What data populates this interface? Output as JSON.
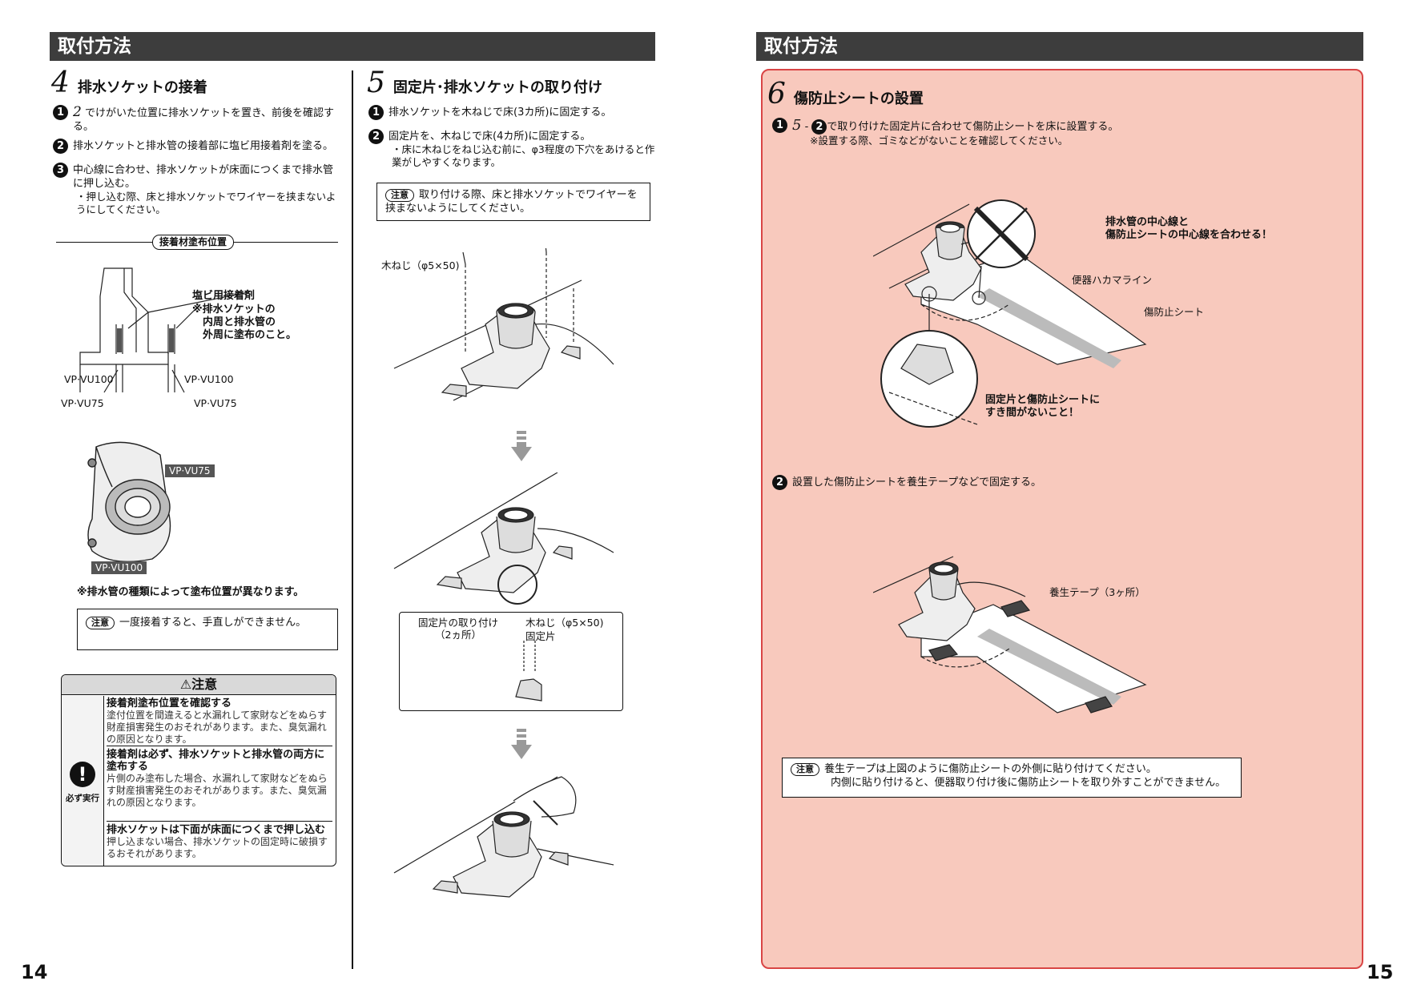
{
  "left_page": {
    "header": "取付方法",
    "step4": {
      "num": "4",
      "title": "排水ソケットの接着",
      "items": [
        {
          "mark": "1",
          "ref": "2",
          "text": "でけがいた位置に排水ソケットを置き、前後を確認する。"
        },
        {
          "mark": "2",
          "text": "排水ソケットと排水管の接着部に塩ビ用接着剤を塗る。"
        },
        {
          "mark": "3",
          "text": "中心線に合わせ、排水ソケットが床面につくまで排水管に押し込む。",
          "sub": "・押し込む際、床と排水ソケットでワイヤーを挟まないようにしてください。"
        }
      ],
      "section_label": "接着材塗布位置",
      "adhesive_label": "塩ビ用接着剤",
      "adhesive_note": "※排水ソケットの\n　内周と排水管の\n　外周に塗布のこと。",
      "pipe_labels": [
        "VP·VU100",
        "VP·VU75",
        "VP·VU100",
        "VP·VU75"
      ],
      "socket_tags": [
        "VP·VU75",
        "VP·VU100"
      ],
      "note_type": "※排水管の種類によって塗布位置が異なります。",
      "note_box": {
        "badge": "注意",
        "text": "一度接着すると、手直しができません。"
      },
      "caution": {
        "title": "⚠注意",
        "side": "必ず実行",
        "rows": [
          {
            "head": "接着剤塗布位置を確認する",
            "body": "塗付位置を間違えると水漏れして家財などをぬらす財産損害発生のおそれがあります。また、臭気漏れの原因となります。"
          },
          {
            "head": "接着剤は必ず、排水ソケットと排水管の両方に塗布する",
            "body": "片側のみ塗布した場合、水漏れして家財などをぬらす財産損害発生のおそれがあります。また、臭気漏れの原因となります。"
          },
          {
            "head": "排水ソケットは下面が床面につくまで押し込む",
            "body": "押し込まない場合、排水ソケットの固定時に破損するおそれがあります。"
          }
        ]
      }
    },
    "step5": {
      "num": "5",
      "title": "固定片･排水ソケットの取り付け",
      "items": [
        {
          "mark": "1",
          "text": "排水ソケットを木ねじで床(3カ所)に固定する。"
        },
        {
          "mark": "2",
          "text": "固定片を、木ねじで床(4カ所)に固定する。",
          "sub": "・床に木ねじをねじ込む前に、φ3程度の下穴をあけると作業がしやすくなります。"
        }
      ],
      "note_box": {
        "badge": "注意",
        "text": "取り付ける際、床と排水ソケットでワイヤーを挟まないようにしてください。"
      },
      "screw_label": "木ねじ（φ5×50)",
      "detail_label1": "固定片の取り付け\n（2ヵ所）",
      "detail_label2": "木ねじ（φ5×50)",
      "detail_label3": "固定片"
    },
    "page_number": "14"
  },
  "right_page": {
    "header": "取付方法",
    "step6": {
      "num": "6",
      "title": "傷防止シートの設置",
      "item1": {
        "mark": "1",
        "ref_num": "5",
        "ref_mark": "2",
        "text": "で取り付けた固定片に合わせて傷防止シートを床に設置する。",
        "sub": "※設置する際、ゴミなどがないことを確認してください。"
      },
      "callout1": "排水管の中心線と\n傷防止シートの中心線を合わせる！",
      "callout2": "便器ハカマライン",
      "callout3": "傷防止シート",
      "callout4": "固定片と傷防止シートに\nすき間がないこと！",
      "item2": {
        "mark": "2",
        "text": "設置した傷防止シートを養生テープなどで固定する。"
      },
      "tape_label": "養生テープ（3ヶ所）",
      "note_box": {
        "badge": "注意",
        "line1": "養生テープは上図のように傷防止シートの外側に貼り付けてください。",
        "line2": "内側に貼り付けると、便器取り付け後に傷防止シートを取り外すことができません。"
      }
    },
    "page_number": "15"
  },
  "colors": {
    "header_bg": "#3d3d3d",
    "panel_bg": "#f8c9bd",
    "panel_border": "#d94545"
  }
}
